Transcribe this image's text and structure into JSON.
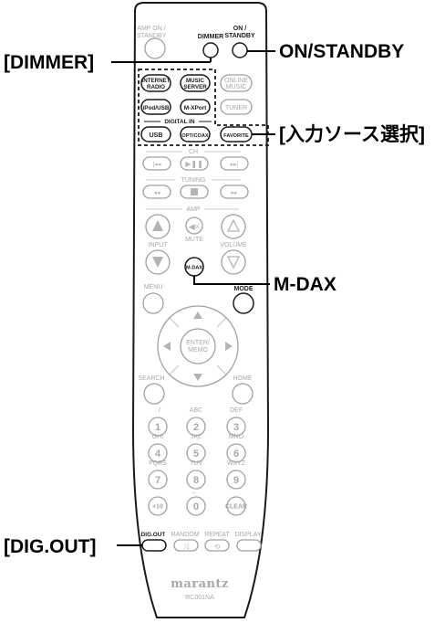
{
  "callouts": {
    "dimmer": "[DIMMER]",
    "on_standby": "ON/STANDBY",
    "source_select": "[入力ソース選択]",
    "mdax": "M-DAX",
    "dig_out": "[DIG.OUT]"
  },
  "remote": {
    "amp_on_standby_1": "AMP ON /",
    "amp_on_standby_2": "STANDBY",
    "dimmer": "DIMMER",
    "on_standby_1": "ON /",
    "on_standby_2": "STANDBY",
    "internet_radio_1": "INTERNET",
    "internet_radio_2": "RADIO",
    "music_server_1": "MUSIC",
    "music_server_2": "SERVER",
    "online_music_1": "ONLINE",
    "online_music_2": "MUSIC",
    "ipod_usb": "iPod/USB",
    "m_xport": "M-XPort",
    "tuner": "TUNER",
    "digital_in": "DIGITAL IN",
    "usb": "USB",
    "opt_coax": "OPT/COAX",
    "favorite": "FAVORITE",
    "ch": "CH",
    "tuning": "TUNING",
    "amp": "AMP",
    "input": "INPUT",
    "mute": "MUTE",
    "volume": "VOLUME",
    "m_dax": "M-DAX",
    "menu": "MENU",
    "mode": "MODE",
    "enter_1": "ENTER/",
    "enter_2": "MEMO",
    "search": "SEARCH",
    "home": "HOME",
    "keys": [
      "1",
      "2",
      "3",
      "4",
      "5",
      "6",
      "7",
      "8",
      "9",
      "+10",
      "0",
      "CLEAR"
    ],
    "key_letters": [
      ". /",
      "ABC",
      "DEF",
      "GHI",
      "JKL",
      "MNO",
      "PQRS",
      "TUV",
      "WXYZ",
      "",
      "_ *",
      ""
    ],
    "dig_out": "DIG.OUT",
    "random": "RANDOM",
    "repeat": "REPEAT",
    "display": "DISPLAY",
    "brand": "marantz",
    "model": "RC001NA"
  }
}
